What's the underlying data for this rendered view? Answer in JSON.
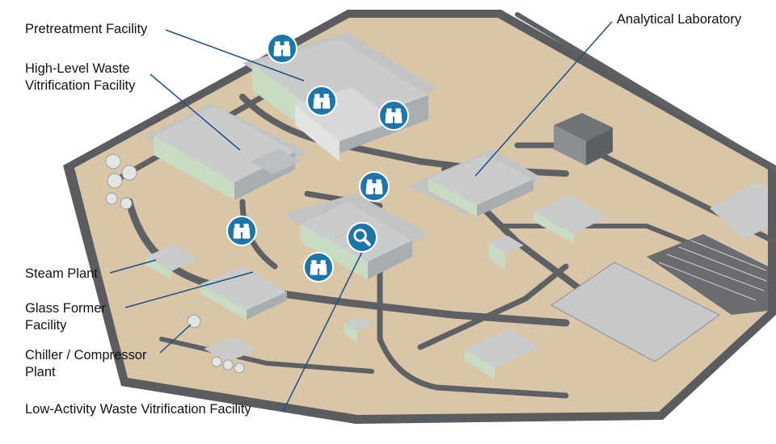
{
  "labels": {
    "pretreatment": "Pretreatment Facility",
    "hlw_line1": "High-Level Waste",
    "hlw_line2": "Vitrification Facility",
    "analytical": "Analytical Laboratory",
    "steam": "Steam Plant",
    "glass_line1": "Glass Former",
    "glass_line2": "Facility",
    "chiller_line1": "Chiller / Compressor",
    "chiller_line2": "Plant",
    "law": "Low-Activity Waste Vitrification Facility"
  },
  "hotspots": [
    {
      "icon": "binoculars-icon"
    },
    {
      "icon": "binoculars-icon"
    },
    {
      "icon": "binoculars-icon"
    },
    {
      "icon": "binoculars-icon"
    },
    {
      "icon": "binoculars-icon"
    },
    {
      "icon": "binoculars-icon"
    },
    {
      "icon": "magnifier-icon"
    }
  ],
  "colors": {
    "ground": "#d8c4a6",
    "road": "#5e6063",
    "roof": "#c9cbcc",
    "wall_green": "#c6dcc3",
    "hotspot": "#1f74a8",
    "leader_line": "#1f4f82"
  }
}
